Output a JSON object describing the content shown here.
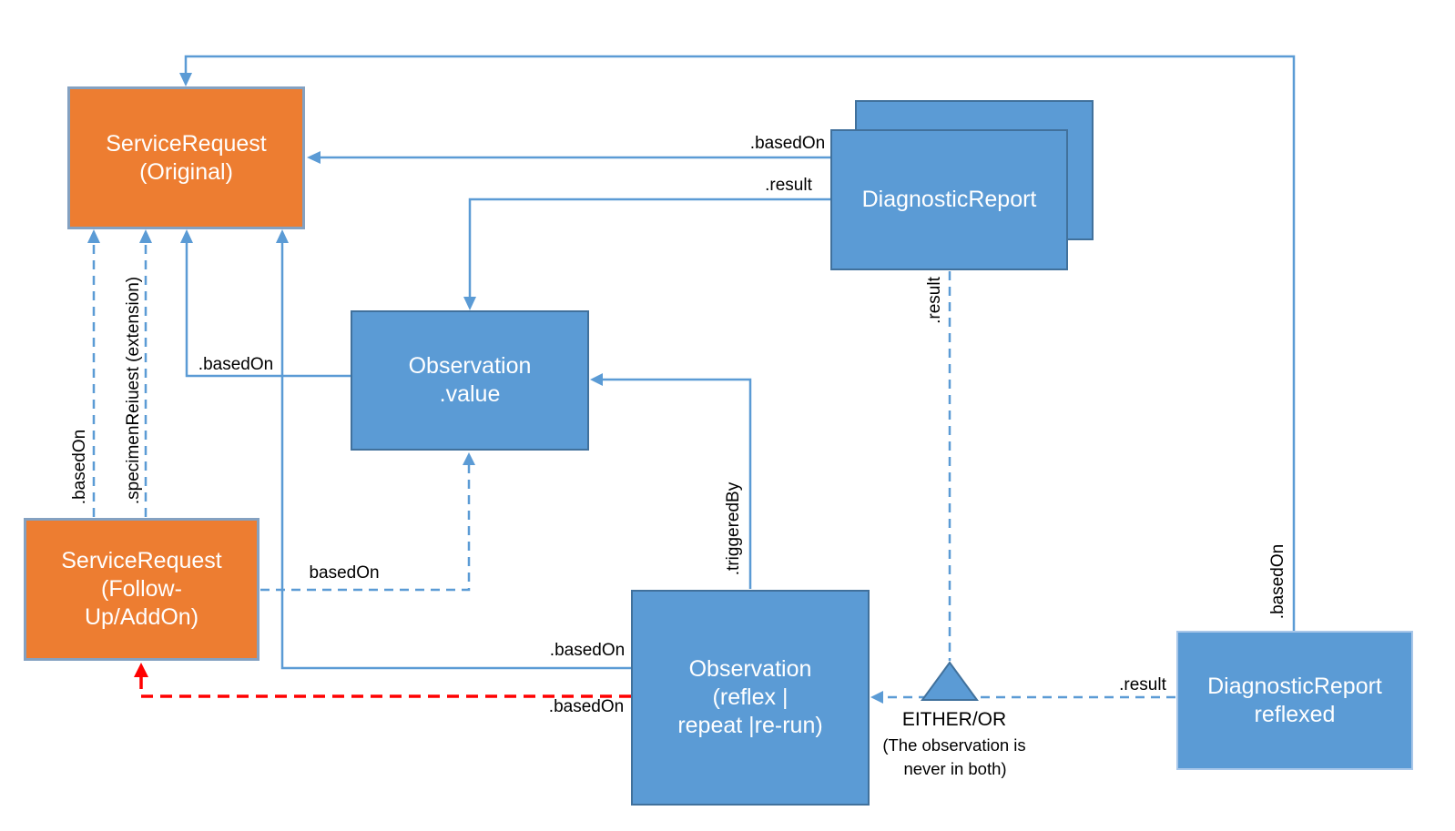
{
  "diagram": {
    "nodes": {
      "sr_original": {
        "lines": [
          "ServiceRequest",
          "(Original)"
        ]
      },
      "sr_followup": {
        "lines": [
          "ServiceRequest",
          "(Follow-",
          "Up/AddOn)"
        ]
      },
      "obs_value": {
        "lines": [
          "Observation",
          ".value"
        ]
      },
      "dr_back": {
        "lines": [
          "DiagnosticReport"
        ]
      },
      "dr_front": {
        "lines": [
          "DiagnosticReport"
        ]
      },
      "obs_reflex": {
        "lines": [
          "Observation",
          "(reflex |",
          "repeat |re-run)"
        ]
      },
      "dr_reflexed": {
        "lines": [
          "DiagnosticReport",
          "reflexed"
        ]
      }
    },
    "edge_labels": {
      "dr_based_on": ".basedOn",
      "dr_result": ".result",
      "obs_value_based_on": ".basedOn",
      "followup_based_on_vertical": ".basedOn",
      "specimen_request_extension": ".specimenReiuest (extension)",
      "followup_based_on_horizontal": "basedOn",
      "obs_reflex_based_on": ".basedOn",
      "obs_reflex_based_on_red": ".basedOn",
      "triggered_by": ".triggeredBy",
      "dr_result_vertical": ".result",
      "dr_reflexed_result": ".result",
      "dr_reflexed_based_on": ".basedOn"
    },
    "annotation": {
      "title": "EITHER/OR",
      "note_line1": "(The observation is",
      "note_line2": "never in both)"
    },
    "colors": {
      "orange_fill": "#ED7D31",
      "orange_border": "#84A1C1",
      "blue_fill": "#5B9BD5",
      "blue_border": "#41719C",
      "light_blue_border": "#A9C7E9",
      "connector_blue": "#5B9BD5",
      "connector_red": "#FF0000",
      "node_text": "#FFFFFF",
      "label_text": "#000000"
    }
  }
}
